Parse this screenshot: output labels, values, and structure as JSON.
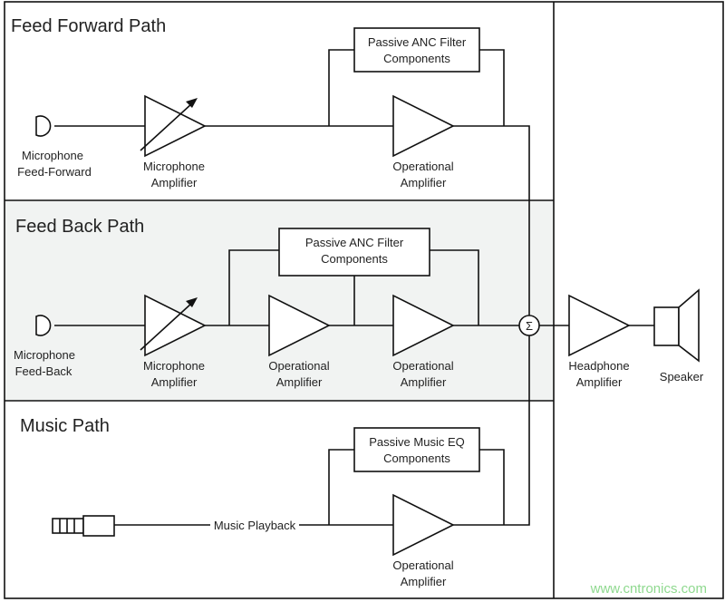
{
  "sections": {
    "feed_forward_title": "Feed Forward Path",
    "feed_back_title": "Feed Back Path",
    "music_title": "Music Path"
  },
  "labels": {
    "mic_ff_1": "Microphone",
    "mic_ff_2": "Feed-Forward",
    "mic_fb_1": "Microphone",
    "mic_fb_2": "Feed-Back",
    "mic_amp_1": "Microphone",
    "mic_amp_2": "Amplifier",
    "op_amp_1": "Operational",
    "op_amp_2": "Amplifier",
    "anc_filter_1": "Passive ANC Filter",
    "anc_filter_2": "Components",
    "music_eq_1": "Passive Music EQ",
    "music_eq_2": "Components",
    "music_playback": "Music Playback",
    "sum_symbol": "Σ",
    "hp_amp_1": "Headphone",
    "hp_amp_2": "Amplifier",
    "speaker": "Speaker"
  },
  "watermark": "www.cntronics.com",
  "colors": {
    "feedback_band": "#f1f3f2",
    "line": "#111111",
    "watermark": "#8fd98f"
  }
}
